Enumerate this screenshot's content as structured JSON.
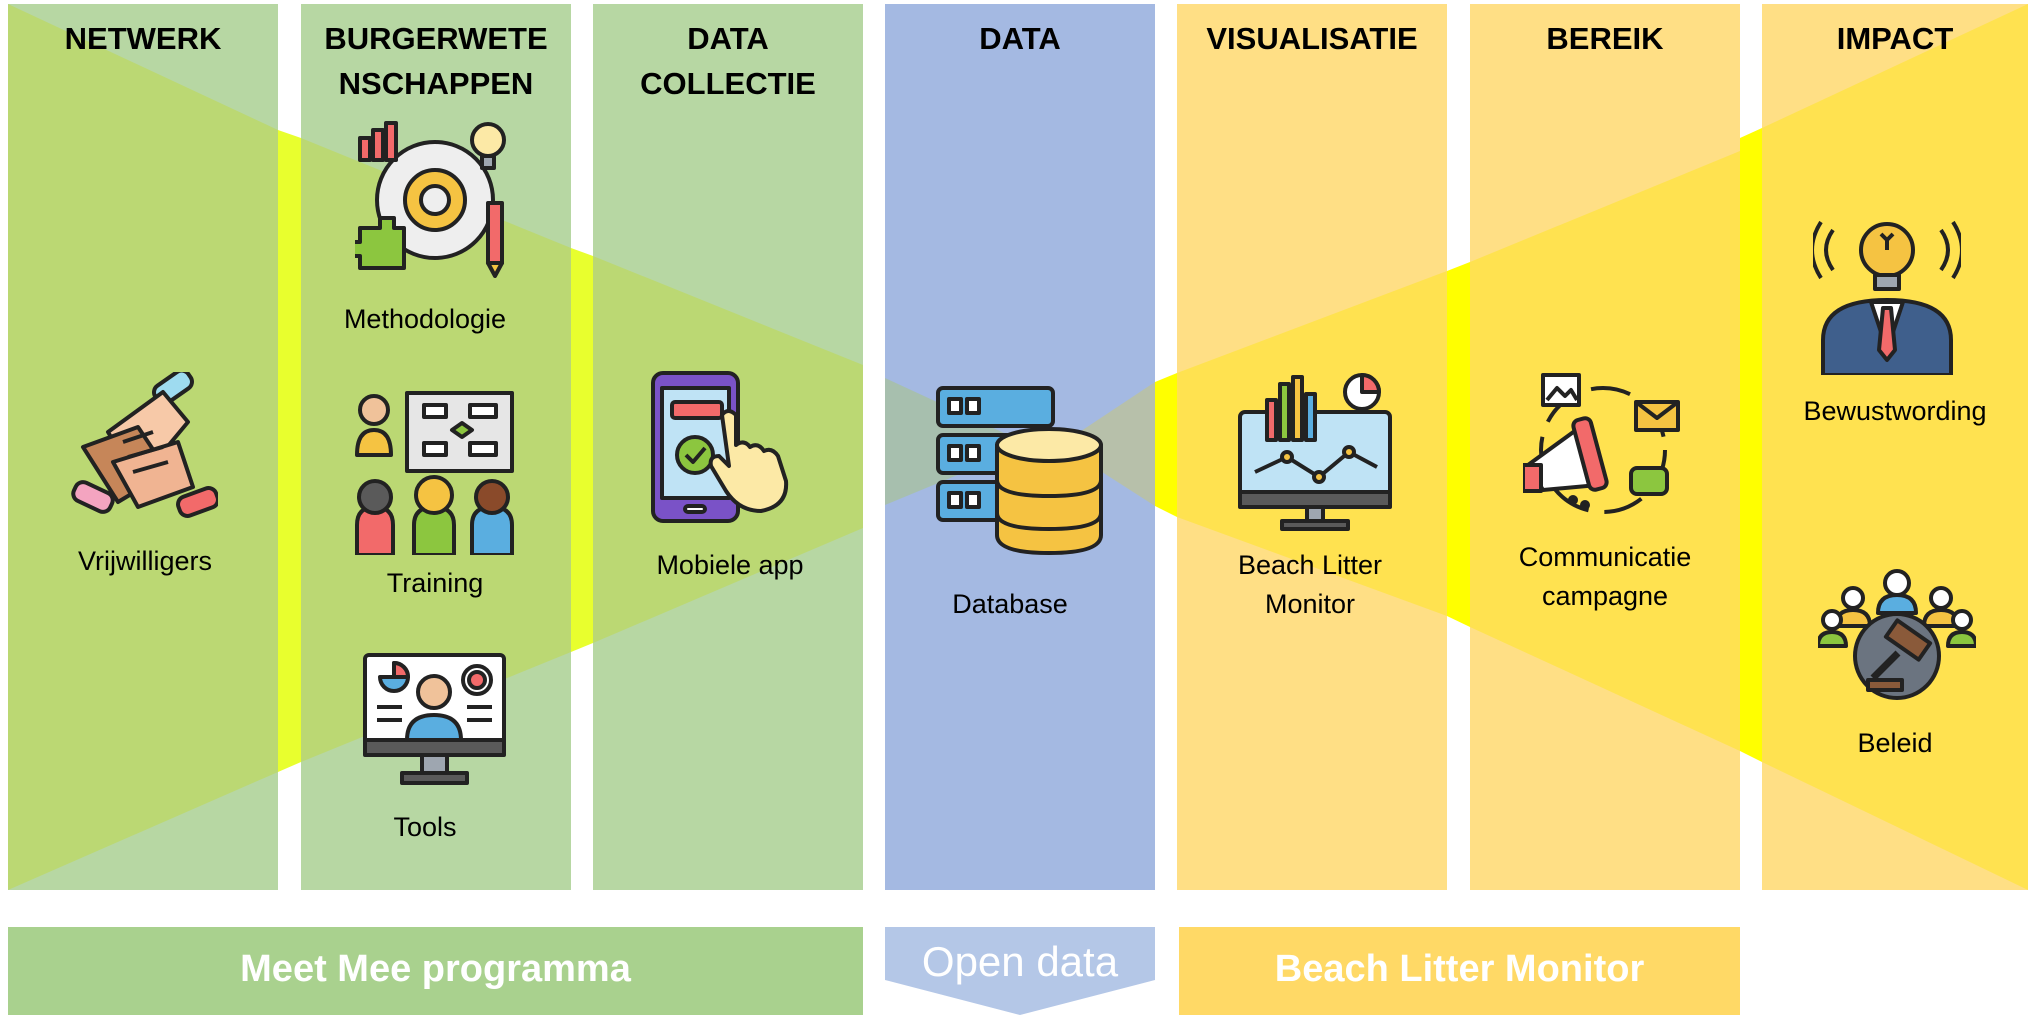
{
  "columns": [
    {
      "title": "NETWERK",
      "color": "#b7d7a3"
    },
    {
      "title": "BURGERWETE\nNSCHAPPEN",
      "color": "#b7d7a3"
    },
    {
      "title": "DATA\nCOLLECTIE",
      "color": "#b7d7a3"
    },
    {
      "title": "DATA",
      "color": "#a4b9e2"
    },
    {
      "title": "VISUALISATIE",
      "color": "#ffdf85"
    },
    {
      "title": "BEREIK",
      "color": "#ffdf85"
    },
    {
      "title": "IMPACT",
      "color": "#ffdf85"
    }
  ],
  "items": {
    "vrijwilligers": "Vrijwilligers",
    "methodologie": "Methodologie",
    "training": "Training",
    "tools": "Tools",
    "mobiele_app": "Mobiele app",
    "database": "Database",
    "beach_litter_monitor": "Beach Litter\nMonitor",
    "communicatie": "Communicatie\ncampagne",
    "bewustwording": "Bewustwording",
    "beleid": "Beleid"
  },
  "banners": {
    "meet_mee": "Meet Mee programma",
    "open_data": "Open data",
    "beach_litter": "Beach Litter Monitor"
  },
  "colors": {
    "green_column": "#b7d7a3",
    "blue_column": "#a4b9e2",
    "yellow_column": "#ffdf85",
    "green_funnel": "#bcd96b",
    "yellow_funnel": "#ffe84a",
    "green_banner": "#a9d18e",
    "blue_banner": "#b4c7e7",
    "yellow_banner": "#ffd966"
  },
  "icons": [
    "hands-icon",
    "gear-methodology-icon",
    "training-presentation-icon",
    "video-call-tools-icon",
    "smartphone-tap-icon",
    "database-server-icon",
    "monitor-chart-icon",
    "megaphone-icon",
    "lightbulb-person-icon",
    "gavel-meeting-icon"
  ]
}
